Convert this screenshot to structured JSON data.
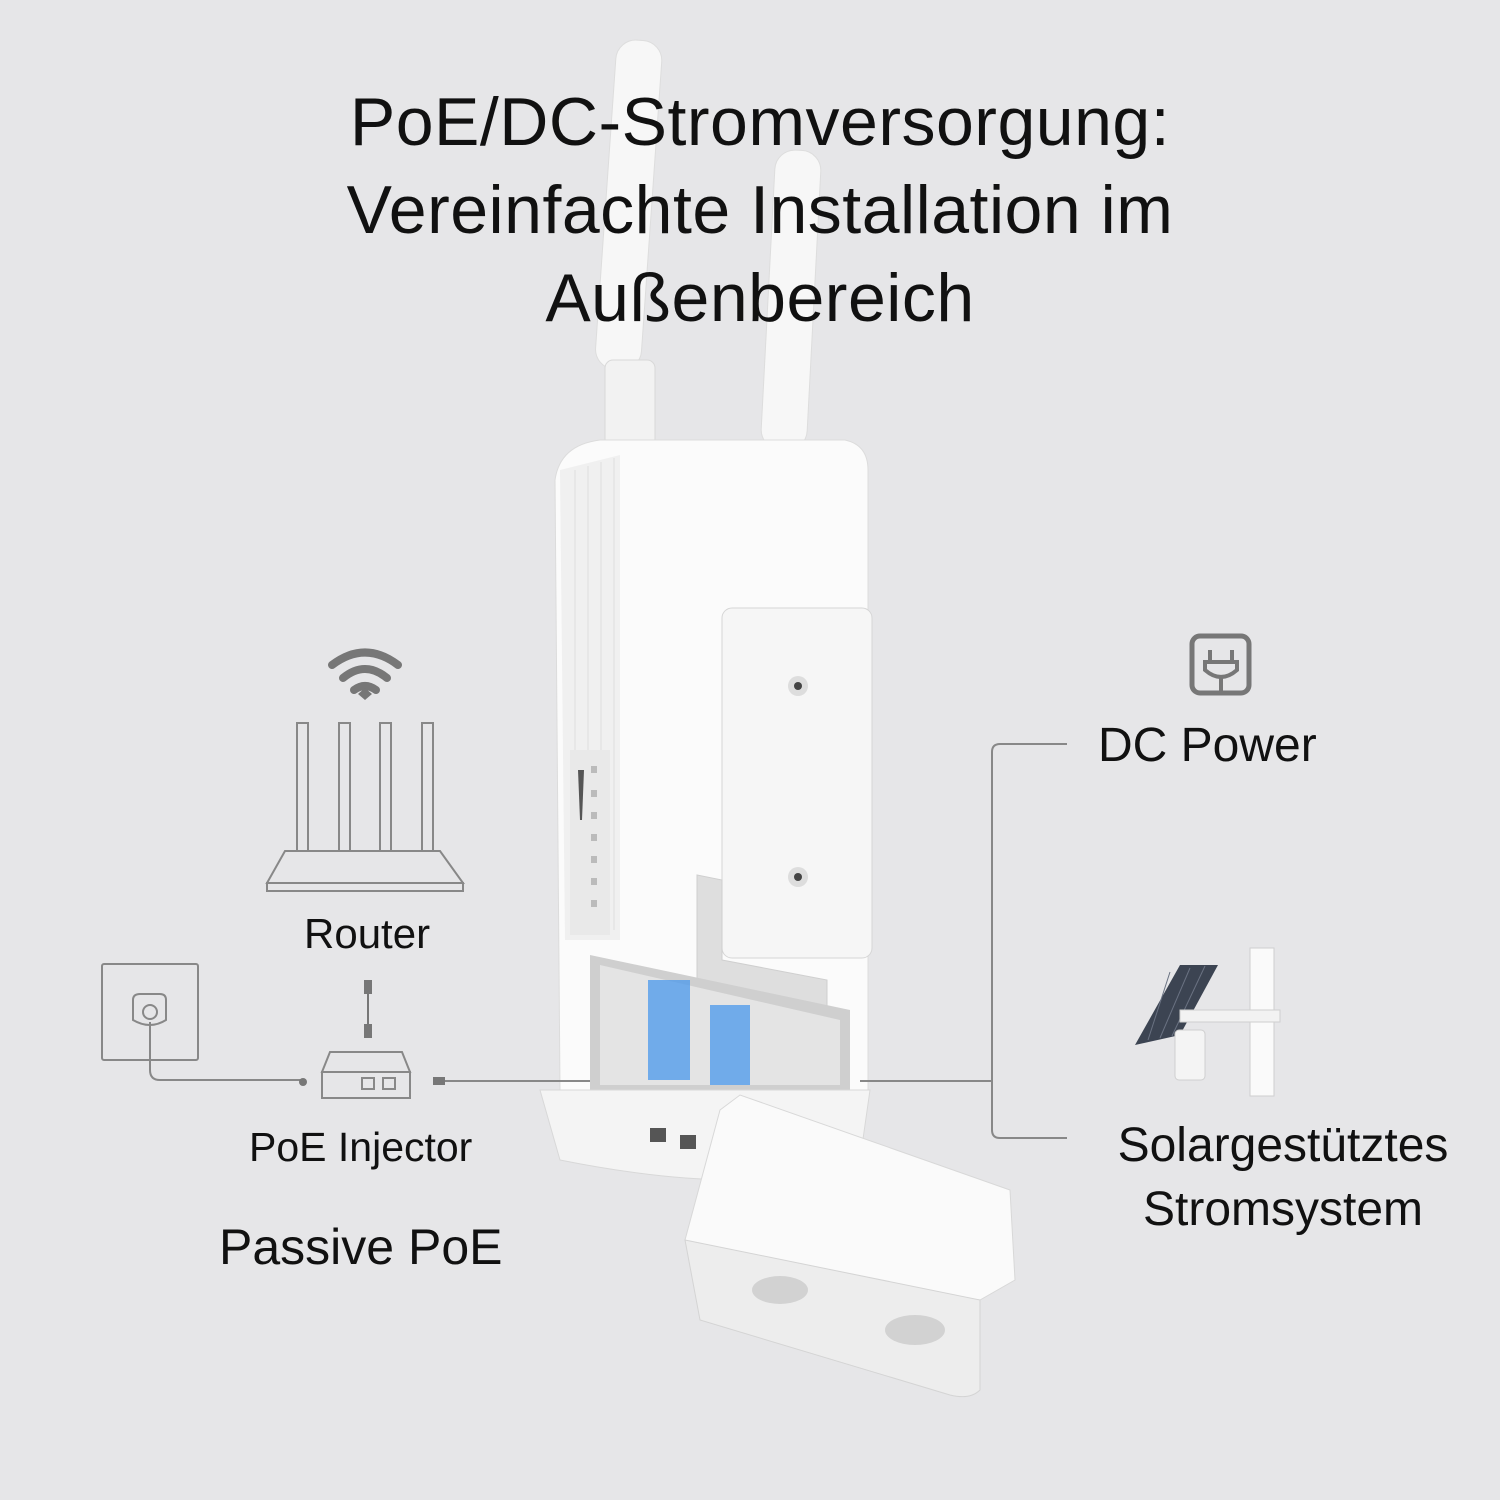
{
  "headline": {
    "line1": "PoE/DC-Stromversorgung:",
    "line2": "Vereinfachte Installation im",
    "line3": "Außenbereich"
  },
  "labels": {
    "router": "Router",
    "poe_injector": "PoE Injector",
    "passive_poe": "Passive PoE",
    "dc_power": "DC Power",
    "solar_line1": "Solargestütztes",
    "solar_line2": "Stromsystem"
  },
  "icons": [
    "wifi-icon",
    "router-icon",
    "wall-outlet-icon",
    "ethernet-cable-icon",
    "poe-injector-icon",
    "dc-plug-icon",
    "solar-panel-icon",
    "outdoor-access-point-device"
  ],
  "colors": {
    "background": "#e6e6e8",
    "line": "#8a8a8a",
    "port_glow": "#3a8ee8"
  }
}
